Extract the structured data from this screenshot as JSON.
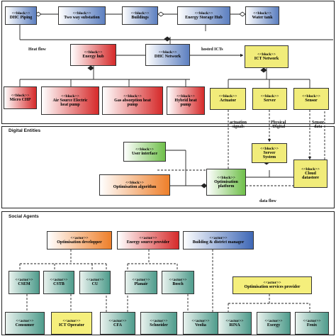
{
  "sections": {
    "digital_entities": "Digital Entities",
    "social_agents": "Social Agents"
  },
  "blocks": {
    "dhc_piping": {
      "stereo": "<<block>>",
      "name": "DHC Piping"
    },
    "two_way": {
      "stereo": "<<block>>",
      "name": "Two way substation"
    },
    "buildings": {
      "stereo": "<<block>>",
      "name": "Buildings"
    },
    "storage_hub": {
      "stereo": "<<block>>",
      "name": "Energy Storage Hub"
    },
    "water_tank": {
      "stereo": "<<block>>",
      "name": "Water tank"
    },
    "energy_hub": {
      "stereo": "<<block>>",
      "name": "Energy hub"
    },
    "dhc_network": {
      "stereo": "<<block>>",
      "name": "DHC Network"
    },
    "ict_network": {
      "stereo": "<<block>>",
      "name": "ICT Network"
    },
    "micro_chp": {
      "stereo": "<<block>>",
      "name": "Micro CHP"
    },
    "air_source": {
      "stereo": "<<block>>",
      "name": "Air Source Electric\nheat pump"
    },
    "gas_absorption": {
      "stereo": "<<block>>",
      "name": "Gas absorption heat\npump"
    },
    "hybrid": {
      "stereo": "<<block>>",
      "name": "Hybrid heat\npump"
    },
    "actuator": {
      "stereo": "<<block>>",
      "name": "Actuator"
    },
    "server": {
      "stereo": "<<block>>",
      "name": "Server"
    },
    "sensor": {
      "stereo": "<<block>>",
      "name": "Sensor"
    },
    "user_interface": {
      "stereo": "<<block>>",
      "name": "User interface"
    },
    "optim_algorithm": {
      "stereo": "<<block>>",
      "name": "Optimisation algorithm"
    },
    "server_system": {
      "stereo": "<<block>>",
      "name": "Server\nSystem"
    },
    "optim_platform": {
      "stereo": "<<block>>",
      "name": "Optimisation\nplatform"
    },
    "cloud_datastore": {
      "stereo": "<<block>>",
      "name": "Cloud\ndatastore"
    }
  },
  "actors": {
    "optim_developer": {
      "stereo": "<<actor>>",
      "name": "Optimisation developper"
    },
    "energy_provider": {
      "stereo": "<<actor>>",
      "name": "Energy source provider"
    },
    "building_manager": {
      "stereo": "<<actor>>",
      "name": "Building & district manager"
    },
    "csem": {
      "stereo": "<<actor>>",
      "name": "CSEM"
    },
    "cstb": {
      "stereo": "<<actor>>",
      "name": "CSTB"
    },
    "cu": {
      "stereo": "<<actor>>",
      "name": "CU"
    },
    "planair": {
      "stereo": "<<actor>>",
      "name": "Planair"
    },
    "bosch": {
      "stereo": "<<actor>>",
      "name": "Bosch"
    },
    "optim_services": {
      "stereo": "<<actor>>",
      "name": "Optimisation services provider"
    },
    "consumer": {
      "stereo": "<<actor>>",
      "name": "Consumer"
    },
    "ict_operator": {
      "stereo": "<<actor>>",
      "name": "ICT Operator"
    },
    "cfa": {
      "stereo": "<<actor>>",
      "name": "CFA"
    },
    "schneider": {
      "stereo": "<<actor>>",
      "name": "Schneider"
    },
    "veolia": {
      "stereo": "<<actor>>",
      "name": "Veolia"
    },
    "rina": {
      "stereo": "<<actor>>",
      "name": "RINA"
    },
    "exergy": {
      "stereo": "<<actor>>",
      "name": "Exergy"
    },
    "fenix": {
      "stereo": "<<actor>>",
      "name": "Fenix"
    }
  },
  "labels": {
    "heat_flow": "Heat flow",
    "hosted_icts": "hosted ICTs",
    "actuation_signals": "actuation\nsignals",
    "physical_digital": "Physical\n/Digital",
    "sensor_data": "Sensor\ndata",
    "data_flow": "data flow"
  },
  "colors": {
    "blue_block": "#5c7fc0",
    "red_block": "#d62a2a",
    "yellow_block": "#f1ec7a",
    "green_block": "#6fbf4a",
    "orange_block": "#ee7f2a",
    "teal_actor": "#4f9c8c",
    "line": "#222222"
  }
}
